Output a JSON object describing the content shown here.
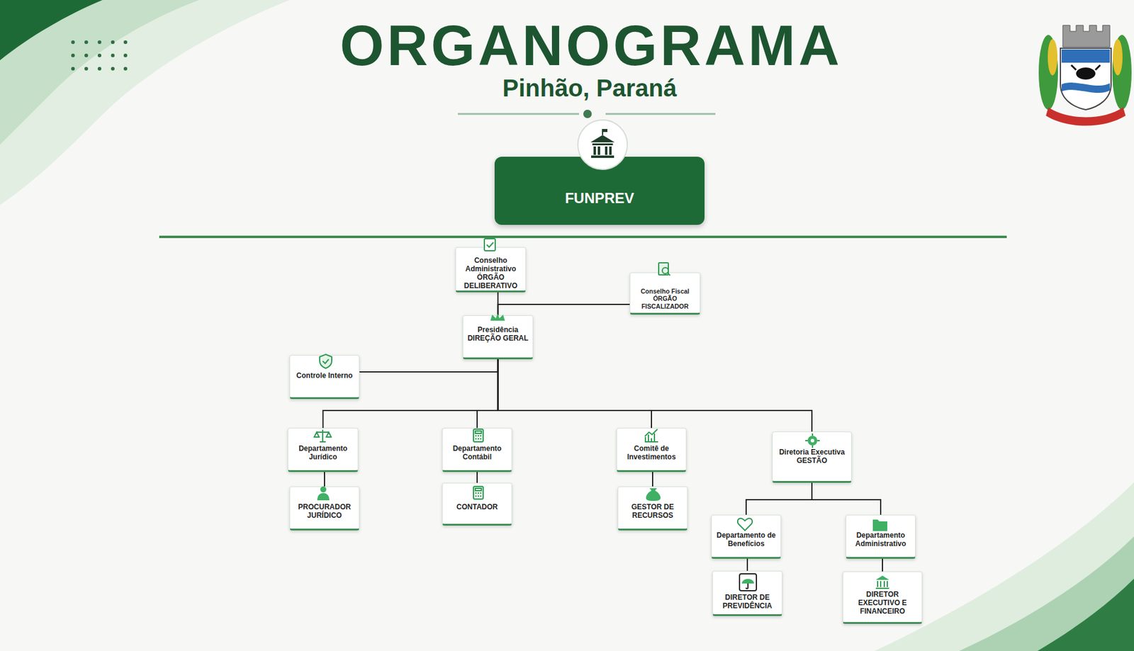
{
  "diagram": {
    "title": "ORGANOGRAMA",
    "nodes": [
      {
        "text": [
          "FUNPREV"
        ]
      },
      {
        "text": [
          "Conselho Administrativo",
          "ÓRGÃO DELIBERATIVO"
        ]
      },
      {
        "text": [
          "Conselho Fiscal",
          "ÓRGÃO FISCALIZADOR"
        ]
      },
      {
        "text": [
          "Presidência",
          "DIREÇÃO GERAL"
        ]
      },
      {
        "text": [
          "Controle Interno"
        ]
      },
      {
        "text": [
          "Departamento Jurídico"
        ]
      },
      {
        "text": [
          "Departamento Contábil"
        ]
      },
      {
        "text": [
          "Comitê de Investimentos"
        ]
      },
      {
        "text": [
          "Diretoria Executiva",
          "GESTÃO"
        ]
      },
      {
        "text": [
          "PROCURADOR JURÍDICO"
        ]
      },
      {
        "text": [
          "CONTADOR"
        ]
      },
      {
        "text": [
          "GESTOR DE RECURSOS"
        ]
      },
      {
        "text": [
          "Departamento de Benefícios"
        ]
      },
      {
        "text": [
          "Departamento Administrativo"
        ]
      },
      {
        "text": [
          "DIRETOR DE PREVIDÊNCIA"
        ]
      },
      {
        "text": [
          "DIRETOR EXECUTIVO E FINANCEIRO"
        ]
      }
    ],
    "edges": [
      {
        "from": 1,
        "to": 3,
        "arrow": "none"
      },
      {
        "from": 2,
        "to": 3,
        "arrow": "none"
      },
      {
        "from": 3,
        "to": 4,
        "arrow": "none"
      },
      {
        "from": 3,
        "to": 5,
        "arrow": "none"
      },
      {
        "from": 3,
        "to": 6,
        "arrow": "none"
      },
      {
        "from": 3,
        "to": 7,
        "arrow": "none"
      },
      {
        "from": 3,
        "to": 8,
        "arrow": "none"
      },
      {
        "from": 5,
        "to": 9,
        "arrow": "none"
      },
      {
        "from": 6,
        "to": 10,
        "arrow": "none"
      },
      {
        "from": 7,
        "to": 11,
        "arrow": "none"
      },
      {
        "from": 8,
        "to": 12,
        "arrow": "none"
      },
      {
        "from": 8,
        "to": 13,
        "arrow": "none"
      },
      {
        "from": 12,
        "to": 14,
        "arrow": "none"
      },
      {
        "from": 13,
        "to": 15,
        "arrow": "none"
      }
    ],
    "labels": [
      "Pinhão, Paraná"
    ]
  }
}
